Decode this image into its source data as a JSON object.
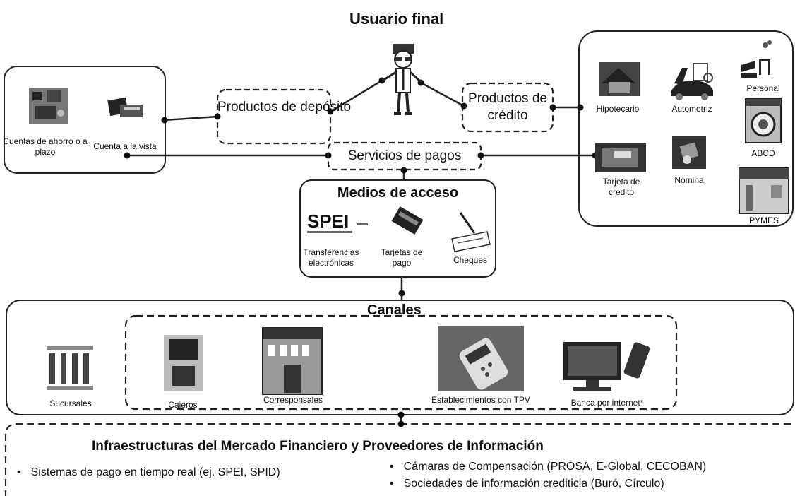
{
  "title": "Usuario final",
  "deposit_box": {
    "label": "Productos de depósito",
    "items": [
      "Cuentas de ahorro o a plazo",
      "Cuenta a la vista"
    ]
  },
  "credit_box": {
    "label": "Productos de crédito",
    "items": [
      "Hipotecario",
      "Automotriz",
      "Personal",
      "ABCD",
      "Tarjeta de crédito",
      "Nómina",
      "PYMES"
    ]
  },
  "payments_box": {
    "label": "Servicios de pagos"
  },
  "access": {
    "title": "Medios de acceso",
    "spei_logo": "SPEI",
    "items": [
      "Transferencias electrónicas",
      "Tarjetas de pago",
      "Cheques"
    ]
  },
  "channels": {
    "title": "Canales",
    "items": [
      "Sucursales",
      "Cajeros",
      "Corresponsales",
      "Establecimientos con TPV",
      "Banca por internet*"
    ]
  },
  "infra": {
    "title": "Infraestructuras del Mercado Financiero y Proveedores de Información",
    "bullets": [
      "Sistemas de pago en tiempo real (ej. SPEI, SPID)",
      "Cámaras de Compensación (PROSA, E-Global, CECOBAN)",
      "Sociedades de información crediticia (Buró, Círculo)"
    ]
  },
  "icons": [
    "user-icon",
    "savings-icon",
    "cash-icon",
    "house-icon",
    "car-icon",
    "person-icon",
    "washer-icon",
    "credit-card-icon",
    "payroll-icon",
    "store-icon",
    "spei-logo",
    "cards-icon",
    "cheque-icon",
    "branch-icon",
    "atm-icon",
    "agent-store-icon",
    "pos-terminal-icon",
    "computer-phone-icon"
  ]
}
